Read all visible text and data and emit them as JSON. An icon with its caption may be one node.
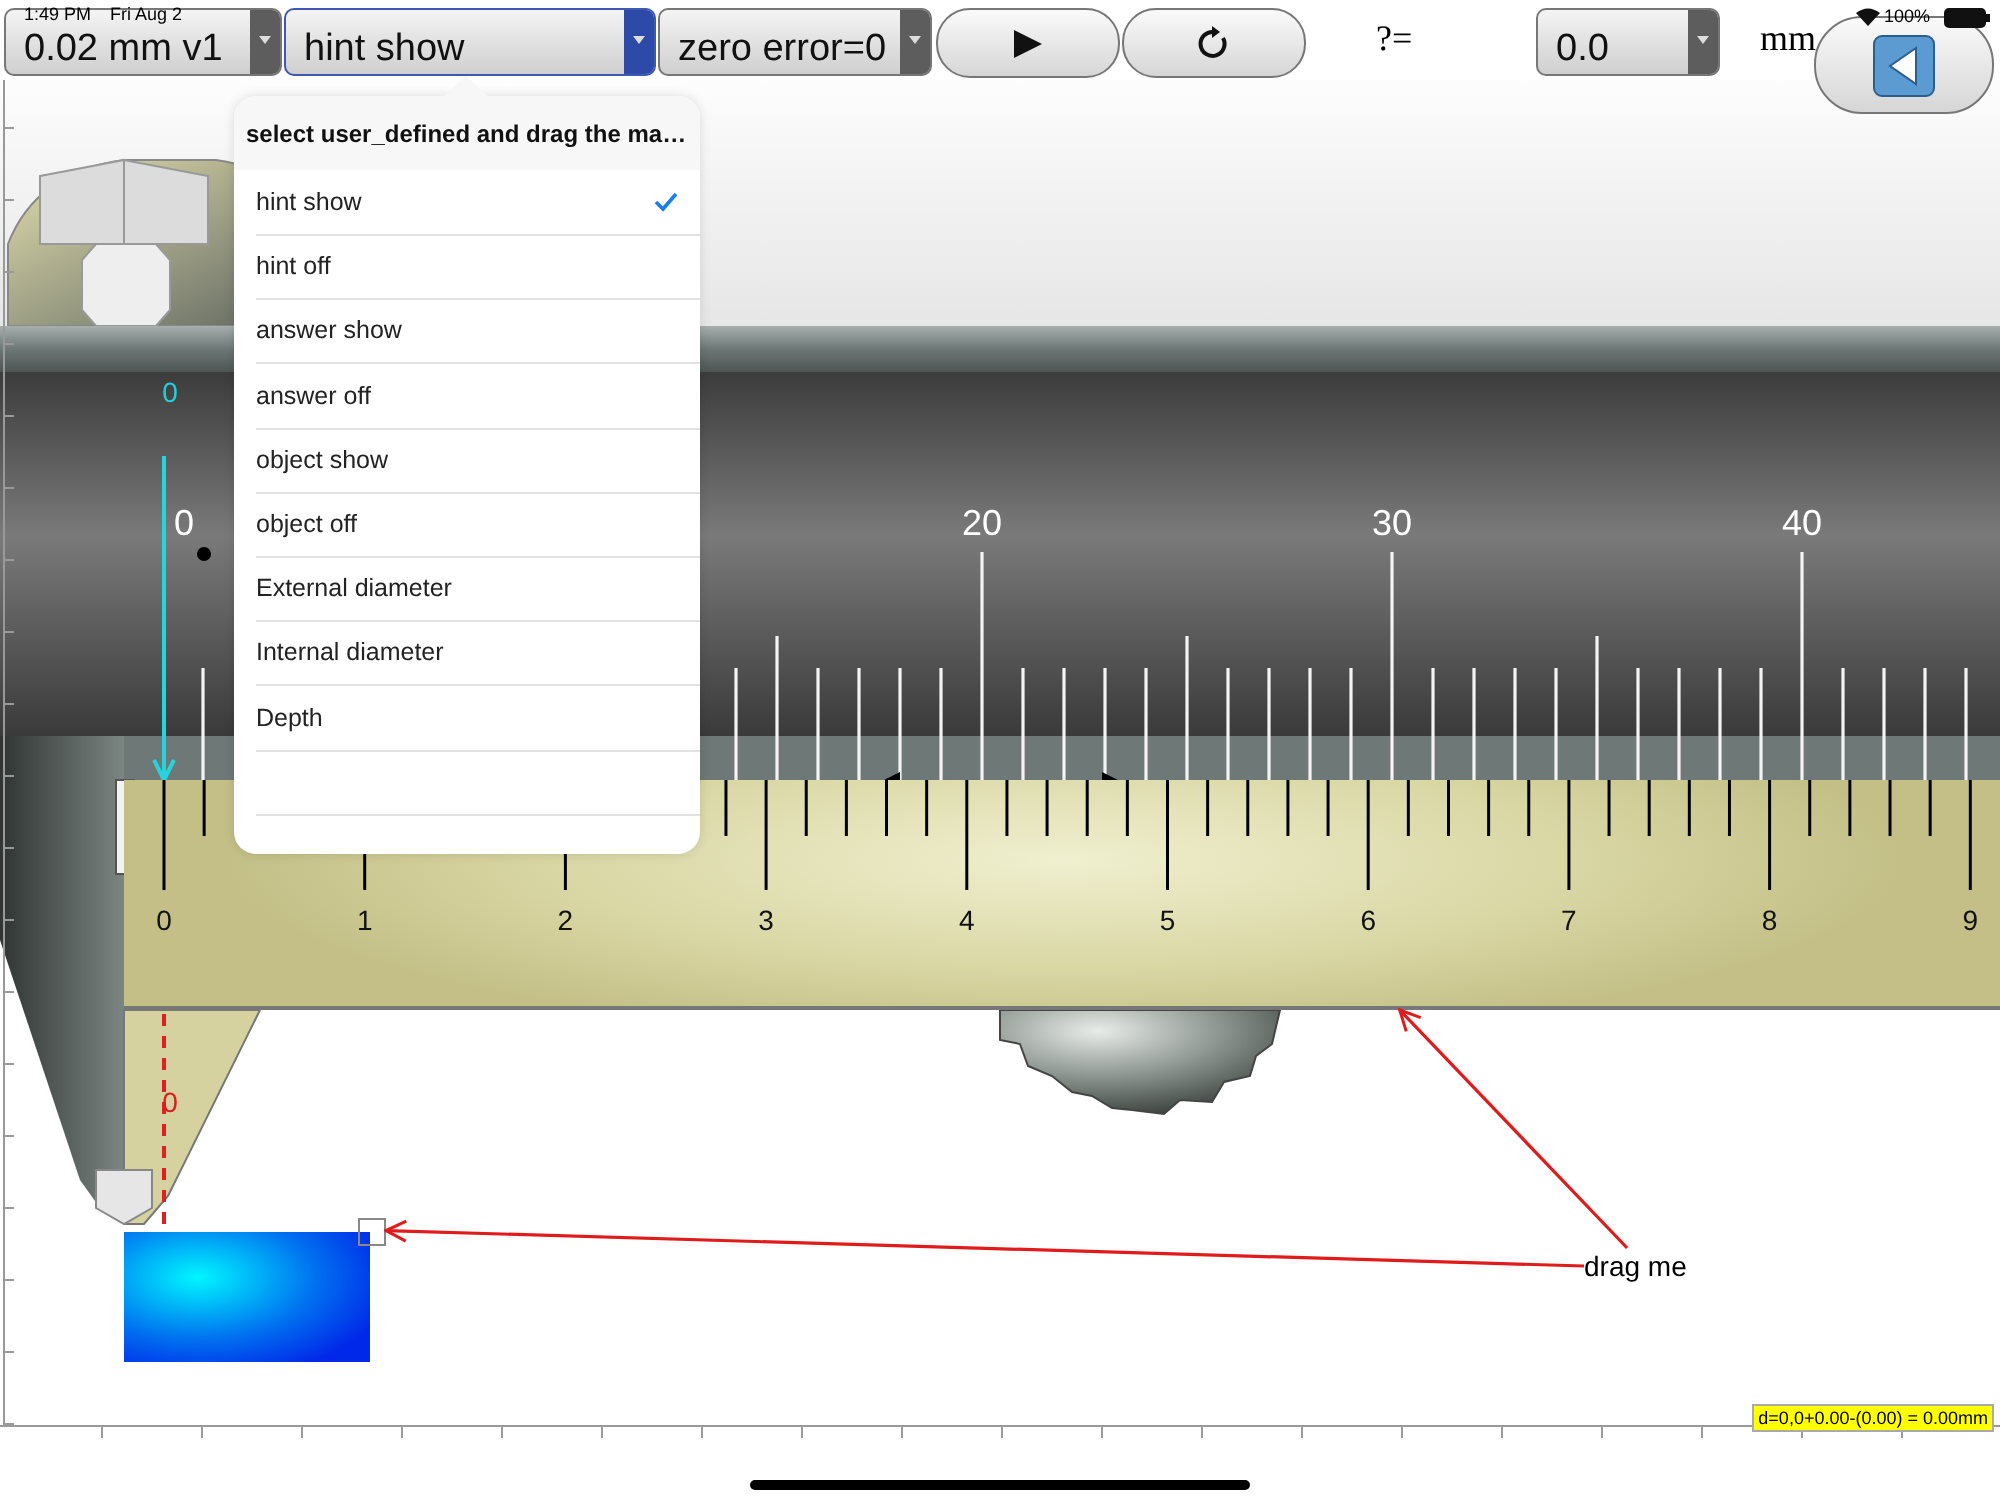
{
  "diagram": {
    "nodes": [
      {
        "text": [
          "drag me"
        ]
      },
      {
        "text": [],
        "shape": "box"
      },
      {
        "text": [],
        "shape": "bar"
      }
    ],
    "edges": [
      {
        "from": 0,
        "to": 1,
        "arrow": "to"
      },
      {
        "from": 0,
        "to": 2,
        "arrow": "to"
      }
    ],
    "labels": [
      "1:49 PM",
      "Fri Aug 2",
      "100%",
      "0.02 mm v1",
      "hint show",
      "zero error=0",
      "?=",
      "0.0",
      "mm",
      "select user_defined and drag the ma…",
      "hint show",
      "hint off",
      "answer show",
      "answer off",
      "object show",
      "object off",
      "External diameter",
      "Internal diameter",
      "Depth",
      "0",
      "0",
      "20",
      "30",
      "40",
      "0",
      "1",
      "2",
      "3",
      "4",
      "5",
      "6",
      "7",
      "8",
      "9",
      "0",
      "d=0,0+0.00-(0.00) = 0.00mm"
    ]
  }
}
